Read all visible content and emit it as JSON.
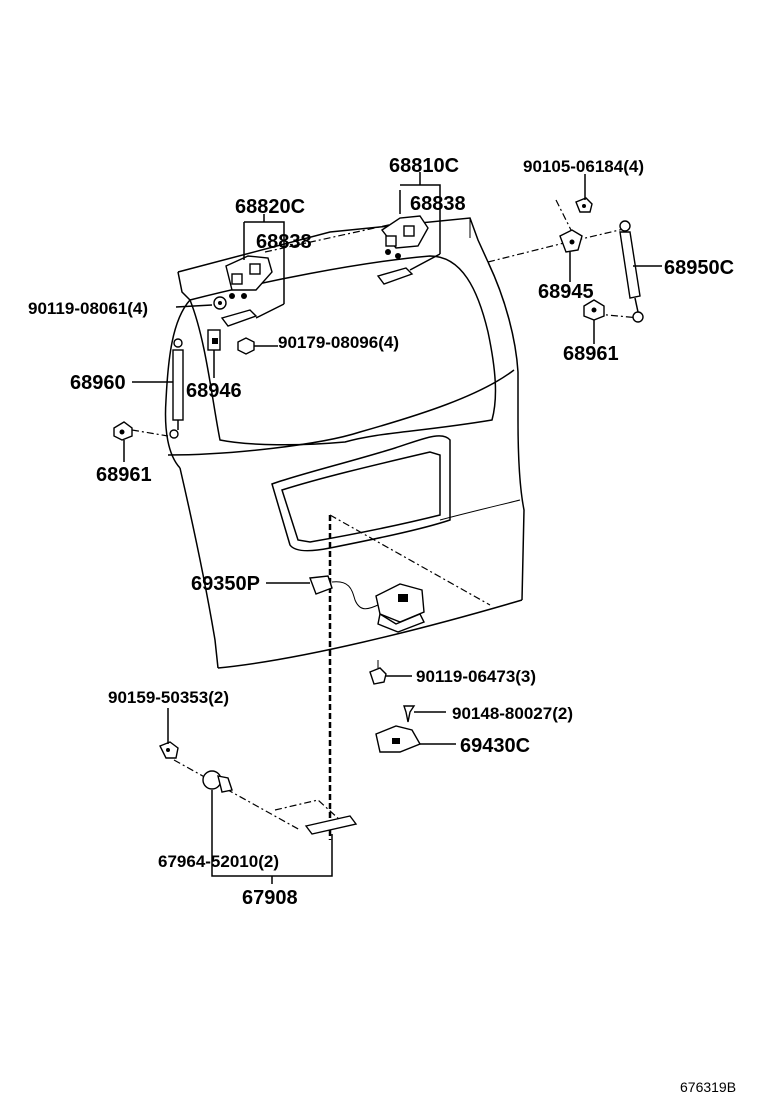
{
  "labels": {
    "l_68810C": "68810C",
    "l_68838_right": "68838",
    "l_90105": "90105-06184(4)",
    "l_68820C": "68820C",
    "l_68838_left": "68838",
    "l_68950C": "68950C",
    "l_68945": "68945",
    "l_90119_08061": "90119-08061(4)",
    "l_90179": "90179-08096(4)",
    "l_68961_right": "68961",
    "l_68960": "68960",
    "l_68946": "68946",
    "l_68961_left": "68961",
    "l_69350P": "69350P",
    "l_90119_06473": "90119-06473(3)",
    "l_90159": "90159-50353(2)",
    "l_90148": "90148-80027(2)",
    "l_69430C": "69430C",
    "l_67964": "67964-52010(2)",
    "l_67908": "67908",
    "l_drawing_no": "676319B"
  }
}
